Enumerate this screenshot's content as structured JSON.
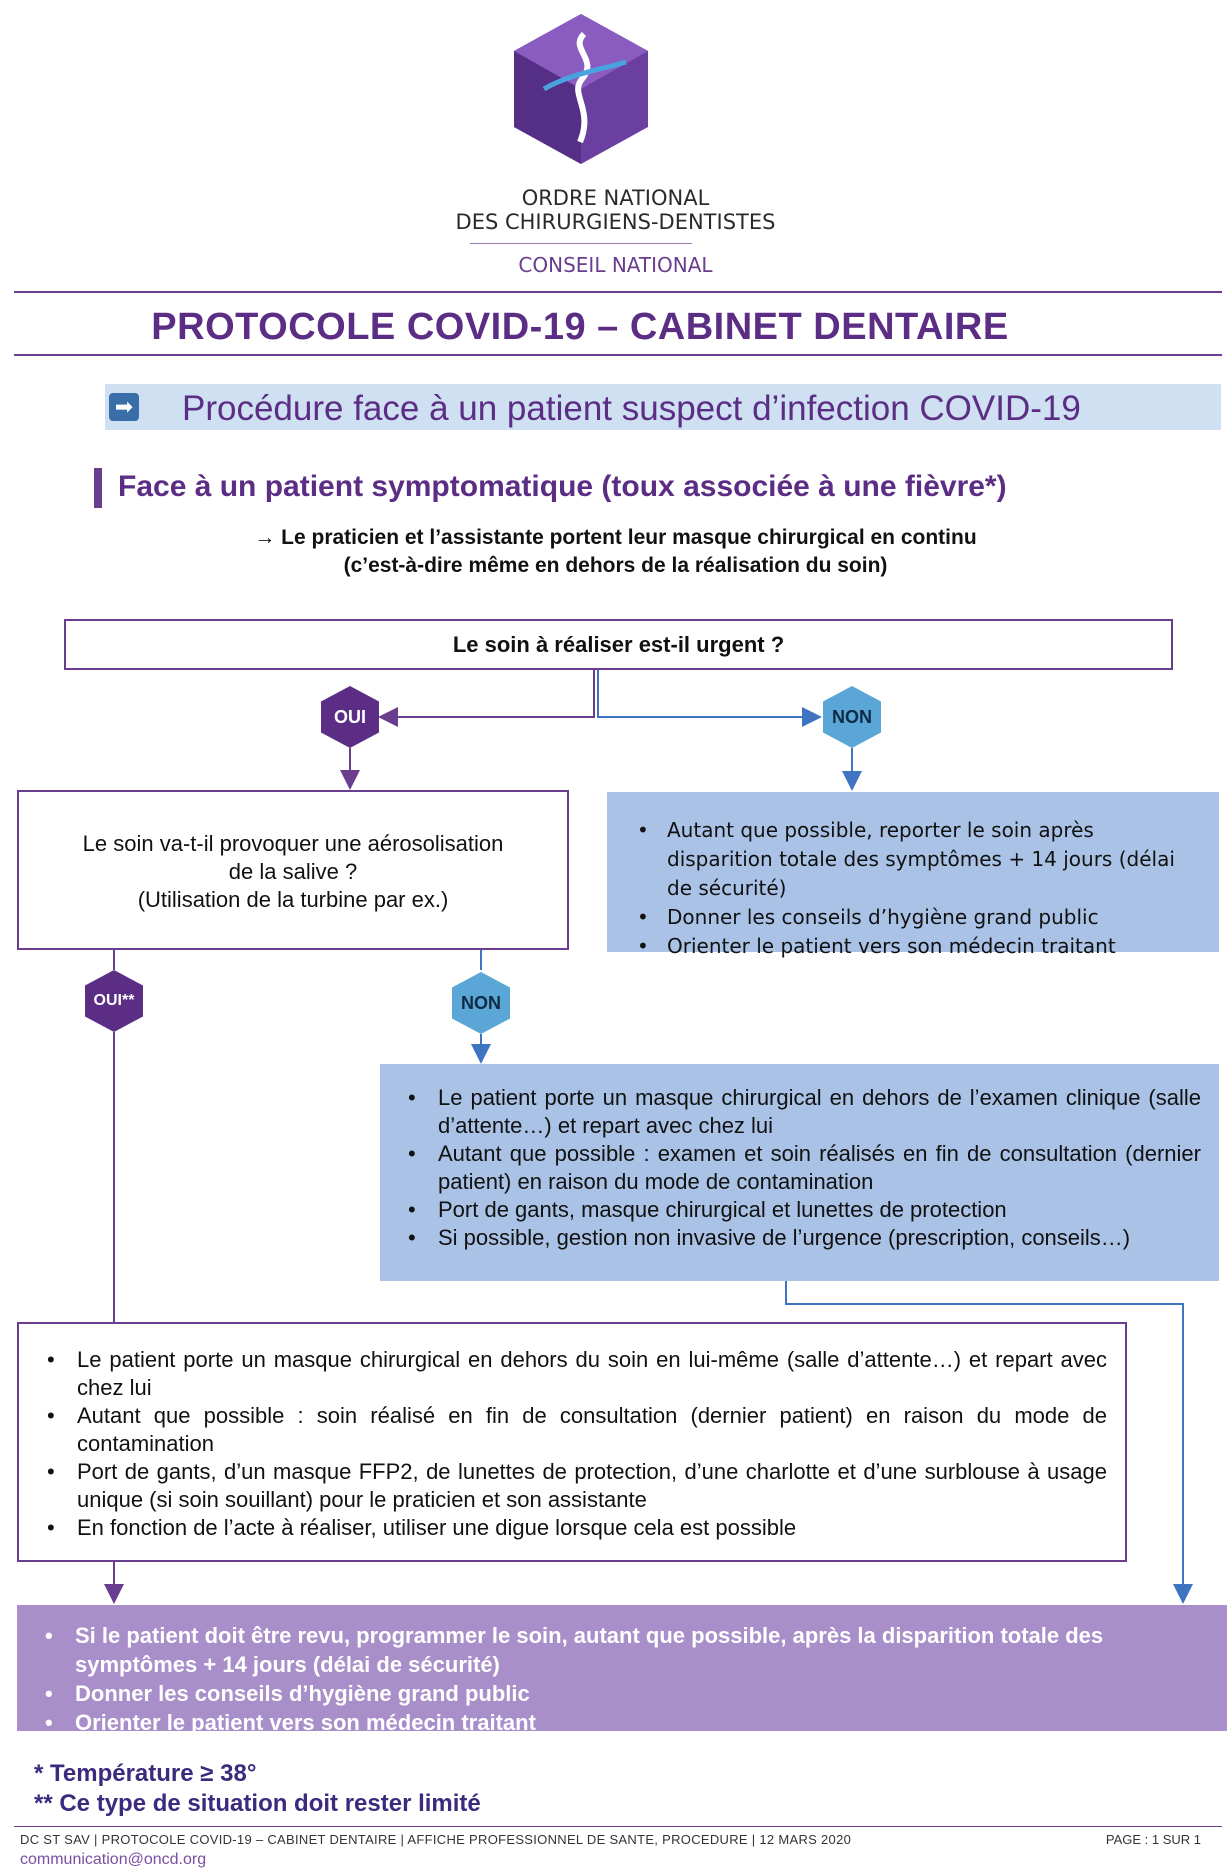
{
  "header": {
    "org_line1": "ORDRE NATIONAL",
    "org_line2": "DES CHIRURGIENS-DENTISTES",
    "org_line3": "CONSEIL NATIONAL"
  },
  "title": "PROTOCOLE COVID-19 – CABINET DENTAIRE",
  "banner": {
    "text": "Procédure face à un patient suspect d’infection COVID-19",
    "icon": "arrow-right-icon"
  },
  "subtitle": "Face à un patient symptomatique (toux associée à une fièvre*)",
  "note": {
    "line1": "→ Le praticien et l’assistante portent leur masque chirurgical en continu",
    "line2": "(c’est-à-dire même en dehors de la réalisation du soin)"
  },
  "flow": {
    "question1": "Le soin à réaliser est-il urgent ?",
    "yes1": "OUI",
    "no1": "NON",
    "question2_line1": "Le soin va-t-il provoquer une aérosolisation",
    "question2_line2": "de la salive ?",
    "question2_line3": "(Utilisation de la turbine par ex.)",
    "yes2": "OUI**",
    "no2": "NON",
    "not_urgent": [
      "Autant que possible, reporter le soin après disparition totale des symptômes + 14 jours (délai de sécurité)",
      "Donner les conseils d’hygiène grand public",
      "Orienter le patient vers son médecin traitant"
    ],
    "no_aerosol": [
      "Le patient porte un masque chirurgical en dehors de l’examen clinique (salle d’attente…) et repart avec chez lui",
      "Autant que possible : examen et soin réalisés en fin de consultation (dernier patient) en raison du mode de contamination",
      "Port de gants, masque chirurgical et lunettes de protection",
      "Si possible, gestion non invasive de l’urgence (prescription, conseils…)"
    ],
    "aerosol": [
      "Le patient porte un masque chirurgical en dehors du soin en lui-même (salle d’attente…) et repart avec chez lui",
      "Autant que possible : soin réalisé en fin de consultation (dernier patient) en raison du mode de contamination",
      "Port de gants, d’un masque FFP2, de lunettes de protection, d’une charlotte et d’une surblouse à usage unique (si soin souillant) pour le praticien et son assistante",
      "En fonction de l’acte à réaliser, utiliser une digue lorsque cela est possible"
    ],
    "final": [
      "Si le patient doit être revu, programmer le soin, autant que possible, après la disparition totale des symptômes + 14 jours (délai de sécurité)",
      "Donner les conseils d’hygiène grand public",
      "Orienter le patient vers son médecin traitant"
    ]
  },
  "footnotes": {
    "f1": "* Température ≥ 38°",
    "f2": "** Ce type de situation doit rester limité"
  },
  "footer": {
    "line": "DC ST SAV | PROTOCOLE COVID-19 – CABINET DENTAIRE | AFFICHE PROFESSIONNEL DE SANTE, PROCEDURE | 12 MARS 2020",
    "page": "PAGE : 1 SUR 1",
    "email": "communication@oncd.org"
  },
  "colors": {
    "purple": "#5b2d84",
    "light_blue": "#a9c2e6",
    "lilac": "#a98fca",
    "banner": "#cfe0f2"
  }
}
